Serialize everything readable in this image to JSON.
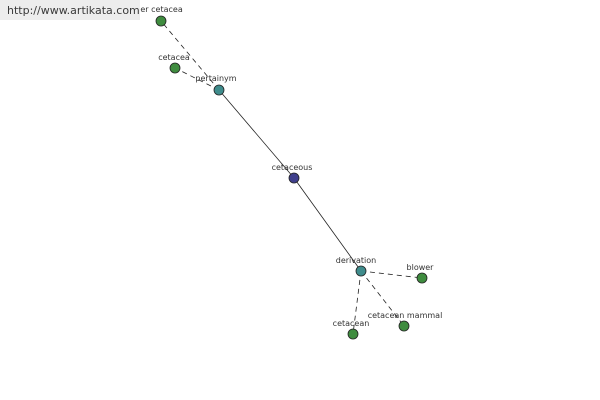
{
  "site": {
    "url_text": "http://www.artikata.com"
  },
  "colors": {
    "center_node": "#3f3f8c",
    "relation_node": "#3f8c8c",
    "leaf_node": "#3f8c3f",
    "node_stroke": "#222222",
    "edge": "#222222"
  },
  "graph": {
    "center": "cetaceous",
    "relations": [
      {
        "id": "pertainym",
        "label": "pertainym",
        "targets": [
          "order cetacea",
          "cetacea"
        ]
      },
      {
        "id": "derivation",
        "label": "derivation",
        "targets": [
          "blower",
          "cetacean mammal",
          "cetacean"
        ]
      }
    ]
  }
}
